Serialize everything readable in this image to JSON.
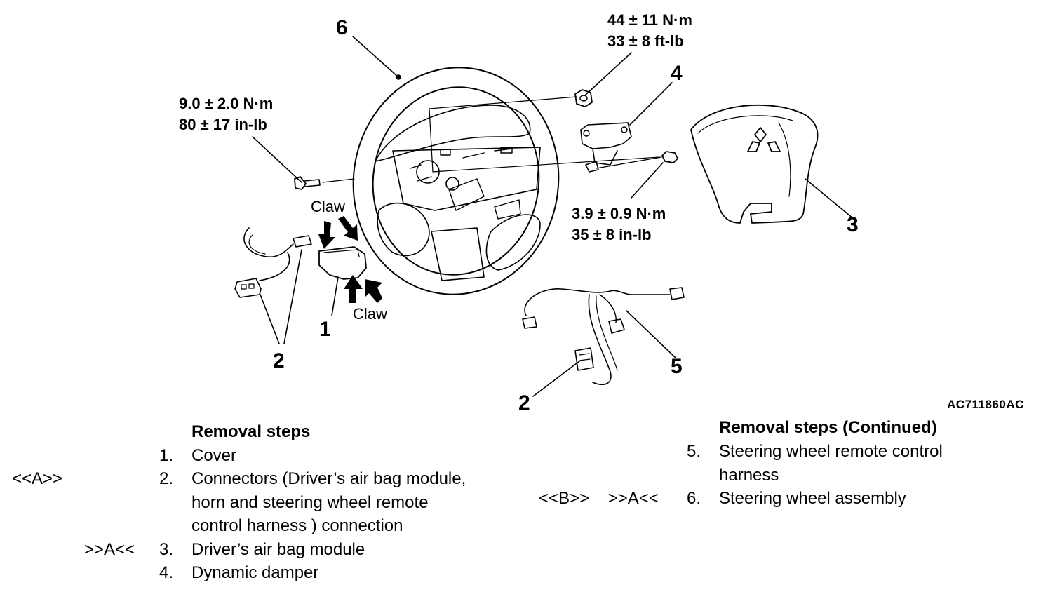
{
  "diagram": {
    "code": "AC711860AC",
    "callouts": [
      "6",
      "4",
      "3",
      "1",
      "2",
      "2",
      "5"
    ],
    "torque": {
      "nut": [
        "44 ± 11 N·m",
        "33 ± 8 ft-lb"
      ],
      "bolt": [
        "9.0 ± 2.0 N·m",
        "80 ± 17 in-lb"
      ],
      "damper_bolt": [
        "3.9 ± 0.9 N·m",
        "35 ± 8 in-lb"
      ]
    },
    "claw_labels": [
      "Claw",
      "Claw"
    ]
  },
  "steps_left": {
    "heading": "Removal steps",
    "items": [
      {
        "ref": "",
        "num": "1.",
        "lines": [
          "Cover"
        ]
      },
      {
        "ref": "<<A>>",
        "num": "2.",
        "lines": [
          "Connectors (Driver’s air bag module,",
          "horn and steering wheel remote",
          "control harness ) connection"
        ]
      },
      {
        "ref": ">>A<<",
        "num": "3.",
        "lines": [
          "Driver’s air bag module"
        ]
      },
      {
        "ref": "",
        "num": "4.",
        "lines": [
          "Dynamic damper"
        ]
      }
    ]
  },
  "steps_right": {
    "heading": "Removal steps (Continued)",
    "items": [
      {
        "ref": "",
        "num": "5.",
        "lines": [
          "Steering wheel remote control",
          "harness"
        ]
      },
      {
        "ref": "<<B>>    >>A<<",
        "num": "6.",
        "lines": [
          "Steering wheel assembly"
        ]
      }
    ]
  }
}
